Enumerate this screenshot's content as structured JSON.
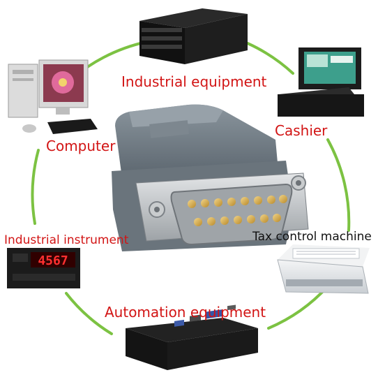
{
  "labels": {
    "industrial_equipment": "Industrial equipment",
    "cashier": "Cashier",
    "computer": "Computer",
    "industrial_instrument": "Industrial instrument",
    "tax_control_machine": "Tax control machine",
    "automation_equipment": "Automation equipment"
  },
  "instrument_display": "4567",
  "colors": {
    "label_text": "#d21414",
    "cycle_ring": "#7cc242",
    "connector_metal": "#b9bcbf",
    "connector_shell": "#6f7a82"
  }
}
